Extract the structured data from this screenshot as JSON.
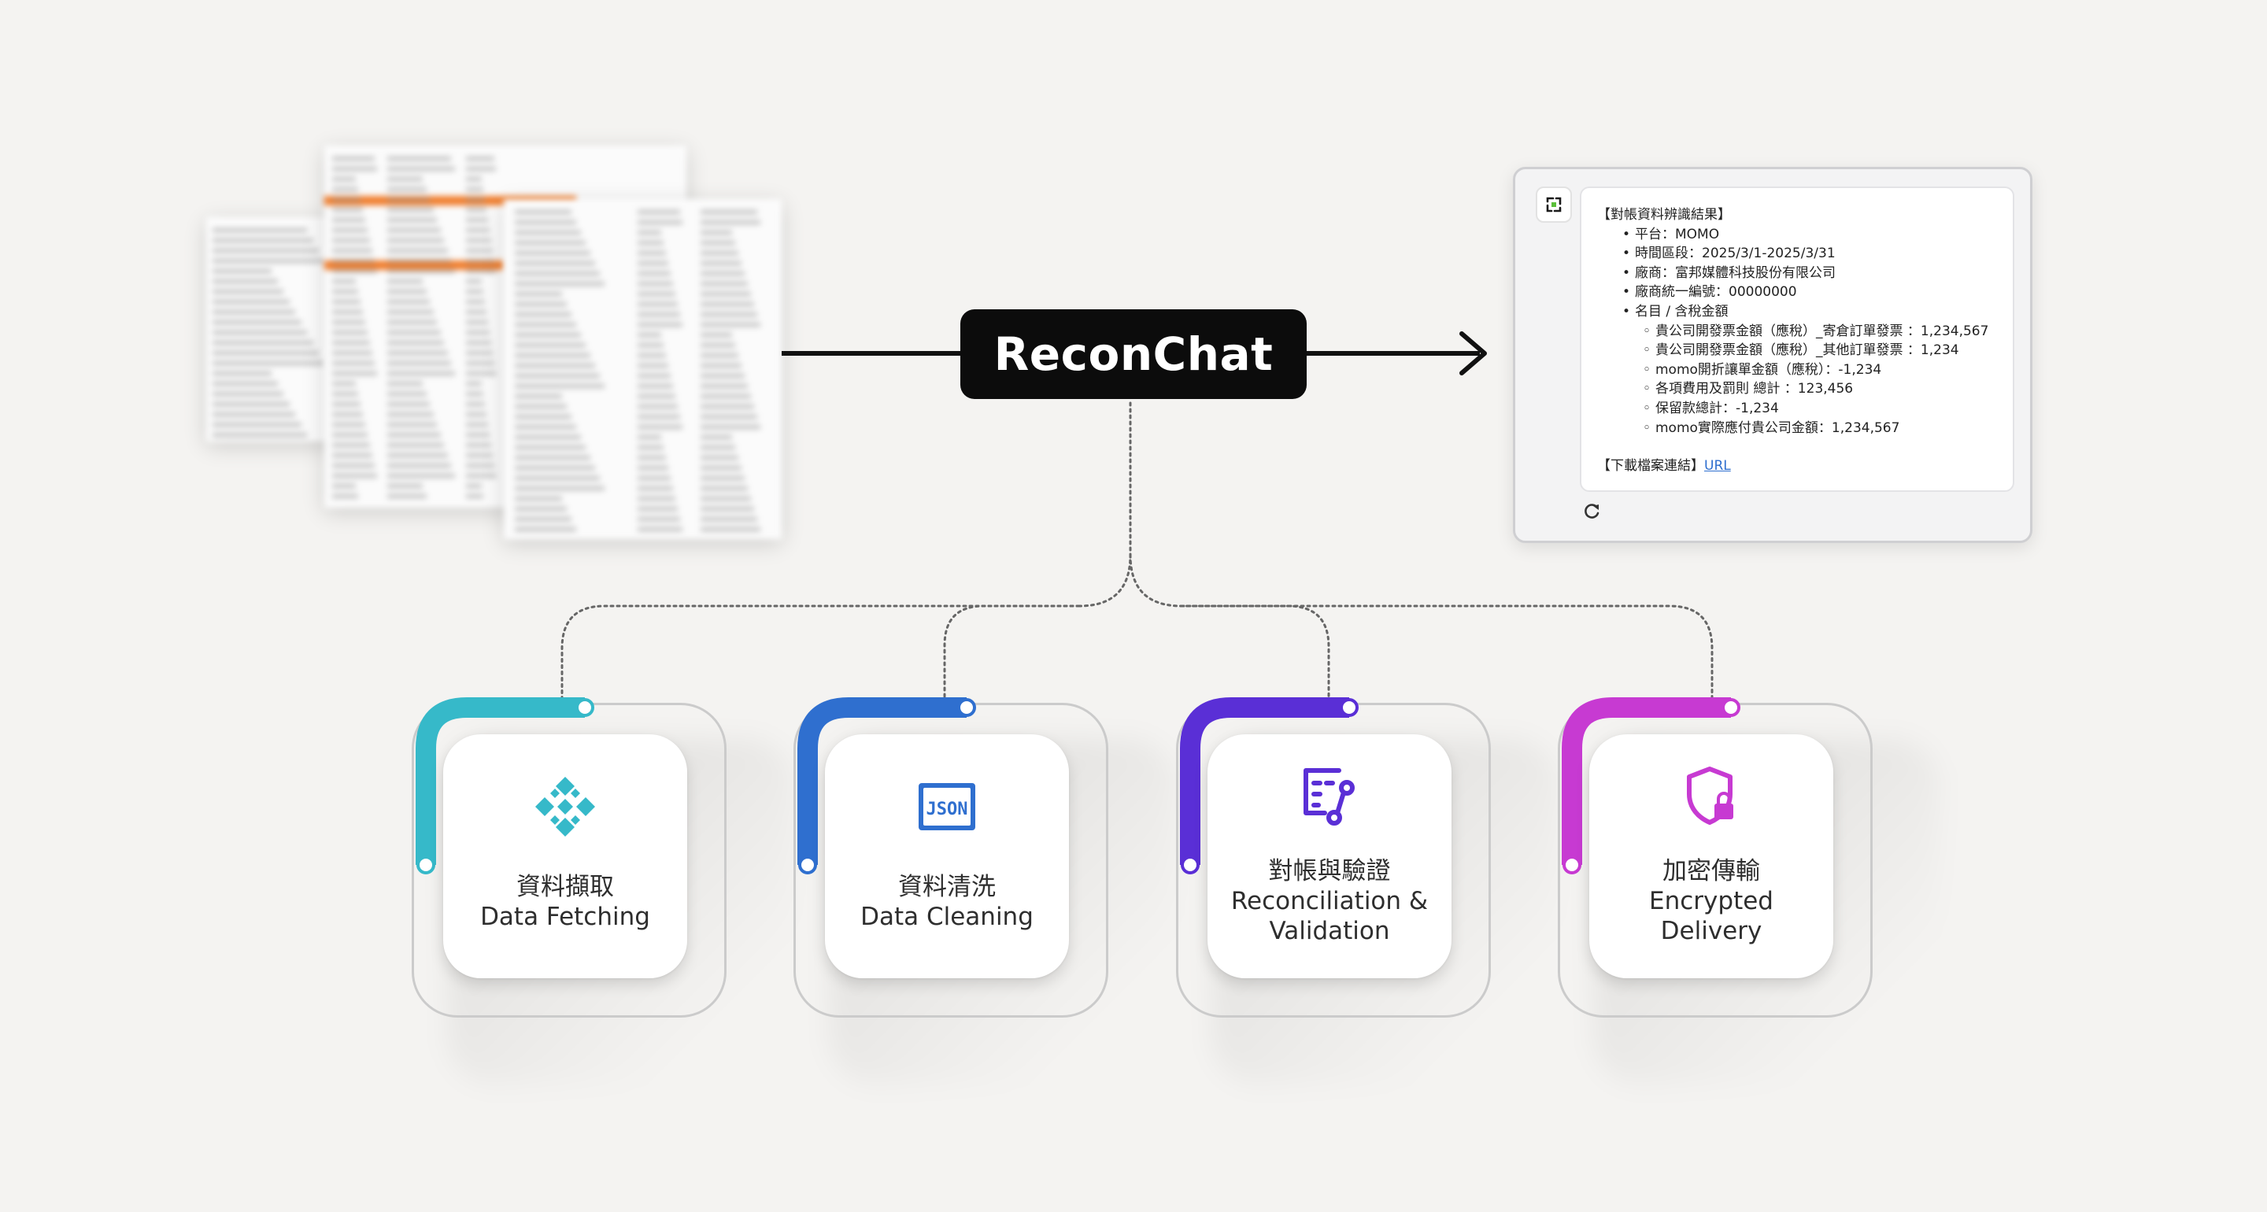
{
  "hub": {
    "title": "ReconChat"
  },
  "chat": {
    "lines": [
      {
        "level": 0,
        "bullet": "",
        "text": "【對帳資料辨識結果】"
      },
      {
        "level": 1,
        "bullet": "•",
        "text": "平台：MOMO"
      },
      {
        "level": 1,
        "bullet": "•",
        "text": "時間區段：2025/3/1-2025/3/31"
      },
      {
        "level": 1,
        "bullet": "•",
        "text": "廠商：富邦媒體科技股份有限公司"
      },
      {
        "level": 1,
        "bullet": "•",
        "text": "廠商統一編號：00000000"
      },
      {
        "level": 1,
        "bullet": "•",
        "text": "名目 / 含稅金額"
      },
      {
        "level": 2,
        "bullet": "◦",
        "text": "貴公司開發票金額（應稅）_寄倉訂單發票 ：1,234,567"
      },
      {
        "level": 2,
        "bullet": "◦",
        "text": "貴公司開發票金額（應稅）_其他訂單發票 ：1,234"
      },
      {
        "level": 2,
        "bullet": "◦",
        "text": "momo開折讓單金額（應稅）：-1,234"
      },
      {
        "level": 2,
        "bullet": "◦",
        "text": "各項費用及罰則 總計 ：123,456"
      },
      {
        "level": 2,
        "bullet": "◦",
        "text": "保留款總計：-1,234"
      },
      {
        "level": 2,
        "bullet": "◦",
        "text": "momo實際應付貴公司金額：1,234,567"
      }
    ],
    "download_label": "【下載檔案連結】",
    "download_link": "URL",
    "refresh_icon": "refresh-icon",
    "avatar_icon": "reconchat-logo-icon"
  },
  "steps": [
    {
      "id": "fetch",
      "label_zh": "資料擷取",
      "label_en": "Data Fetching",
      "color": "#36b9c9",
      "icon": "diamond-grid-icon"
    },
    {
      "id": "clean",
      "label_zh": "資料清洗",
      "label_en": "Data Cleaning",
      "color": "#2f6fcf",
      "icon": "json-icon"
    },
    {
      "id": "recon",
      "label_zh": "對帳與驗證",
      "label_en": "Reconciliation & Validation",
      "label_en_lines": [
        "Reconciliation &",
        "Validation"
      ],
      "color": "#5a2fd6",
      "icon": "form-check-icon"
    },
    {
      "id": "enc",
      "label_zh": "加密傳輸",
      "label_en": "Encrypted Delivery",
      "label_en_lines": [
        "Encrypted",
        "Delivery"
      ],
      "color": "#c73ad2",
      "icon": "shield-lock-icon"
    }
  ],
  "colors": {
    "background": "#f4f3f1",
    "pill": "#0c0c0c",
    "accent_orange": "#f07d2c"
  }
}
